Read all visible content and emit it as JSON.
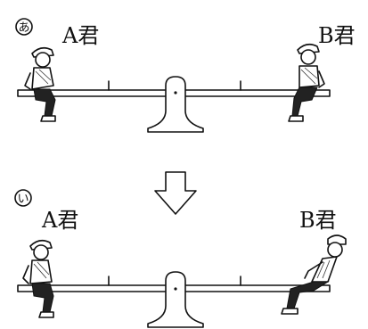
{
  "scene_top": {
    "marker": "あ",
    "left_label": "A君",
    "right_label": "B君"
  },
  "transition": {
    "icon": "down-arrow-icon"
  },
  "scene_bottom": {
    "marker": "い",
    "left_label": "A君",
    "right_label": "B君"
  }
}
